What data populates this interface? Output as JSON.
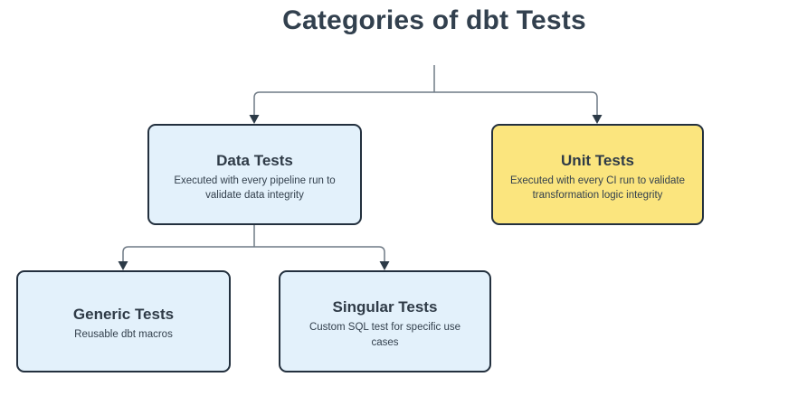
{
  "title": "Categories of dbt Tests",
  "colors": {
    "title_text": "#32404e",
    "node_border": "#23303e",
    "connector_line": "#6f7a85",
    "arrowhead": "#2c3a47",
    "blue_fill": "#e3f1fb",
    "yellow_fill": "#fbe57e"
  },
  "nodes": {
    "data_tests": {
      "title": "Data Tests",
      "description": "Executed with every pipeline run to validate data integrity",
      "fill": "#e3f1fb"
    },
    "unit_tests": {
      "title": "Unit Tests",
      "description": "Executed with every CI run to validate transformation logic integrity",
      "fill": "#fbe57e"
    },
    "generic_tests": {
      "title": "Generic Tests",
      "description": "Reusable dbt macros",
      "fill": "#e3f1fb"
    },
    "singular_tests": {
      "title": "Singular Tests",
      "description": "Custom SQL test for specific use cases",
      "fill": "#e3f1fb"
    }
  }
}
